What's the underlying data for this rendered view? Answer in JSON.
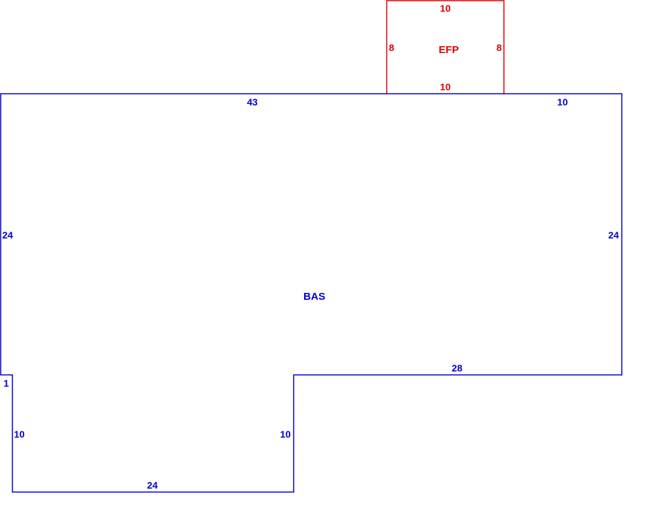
{
  "sketch": {
    "areas": {
      "basement": {
        "label": "BAS",
        "color": "#0000cc",
        "dimensions": {
          "top_left": "43",
          "top_right": "10",
          "left": "24",
          "right": "24",
          "step_right": "28",
          "step_left": "1",
          "lower_left": "10",
          "lower_right": "10",
          "bottom": "24"
        }
      },
      "porch": {
        "label": "EFP",
        "color": "#dd0000",
        "dimensions": {
          "top": "10",
          "bottom": "10",
          "left": "8",
          "right": "8"
        }
      }
    }
  }
}
